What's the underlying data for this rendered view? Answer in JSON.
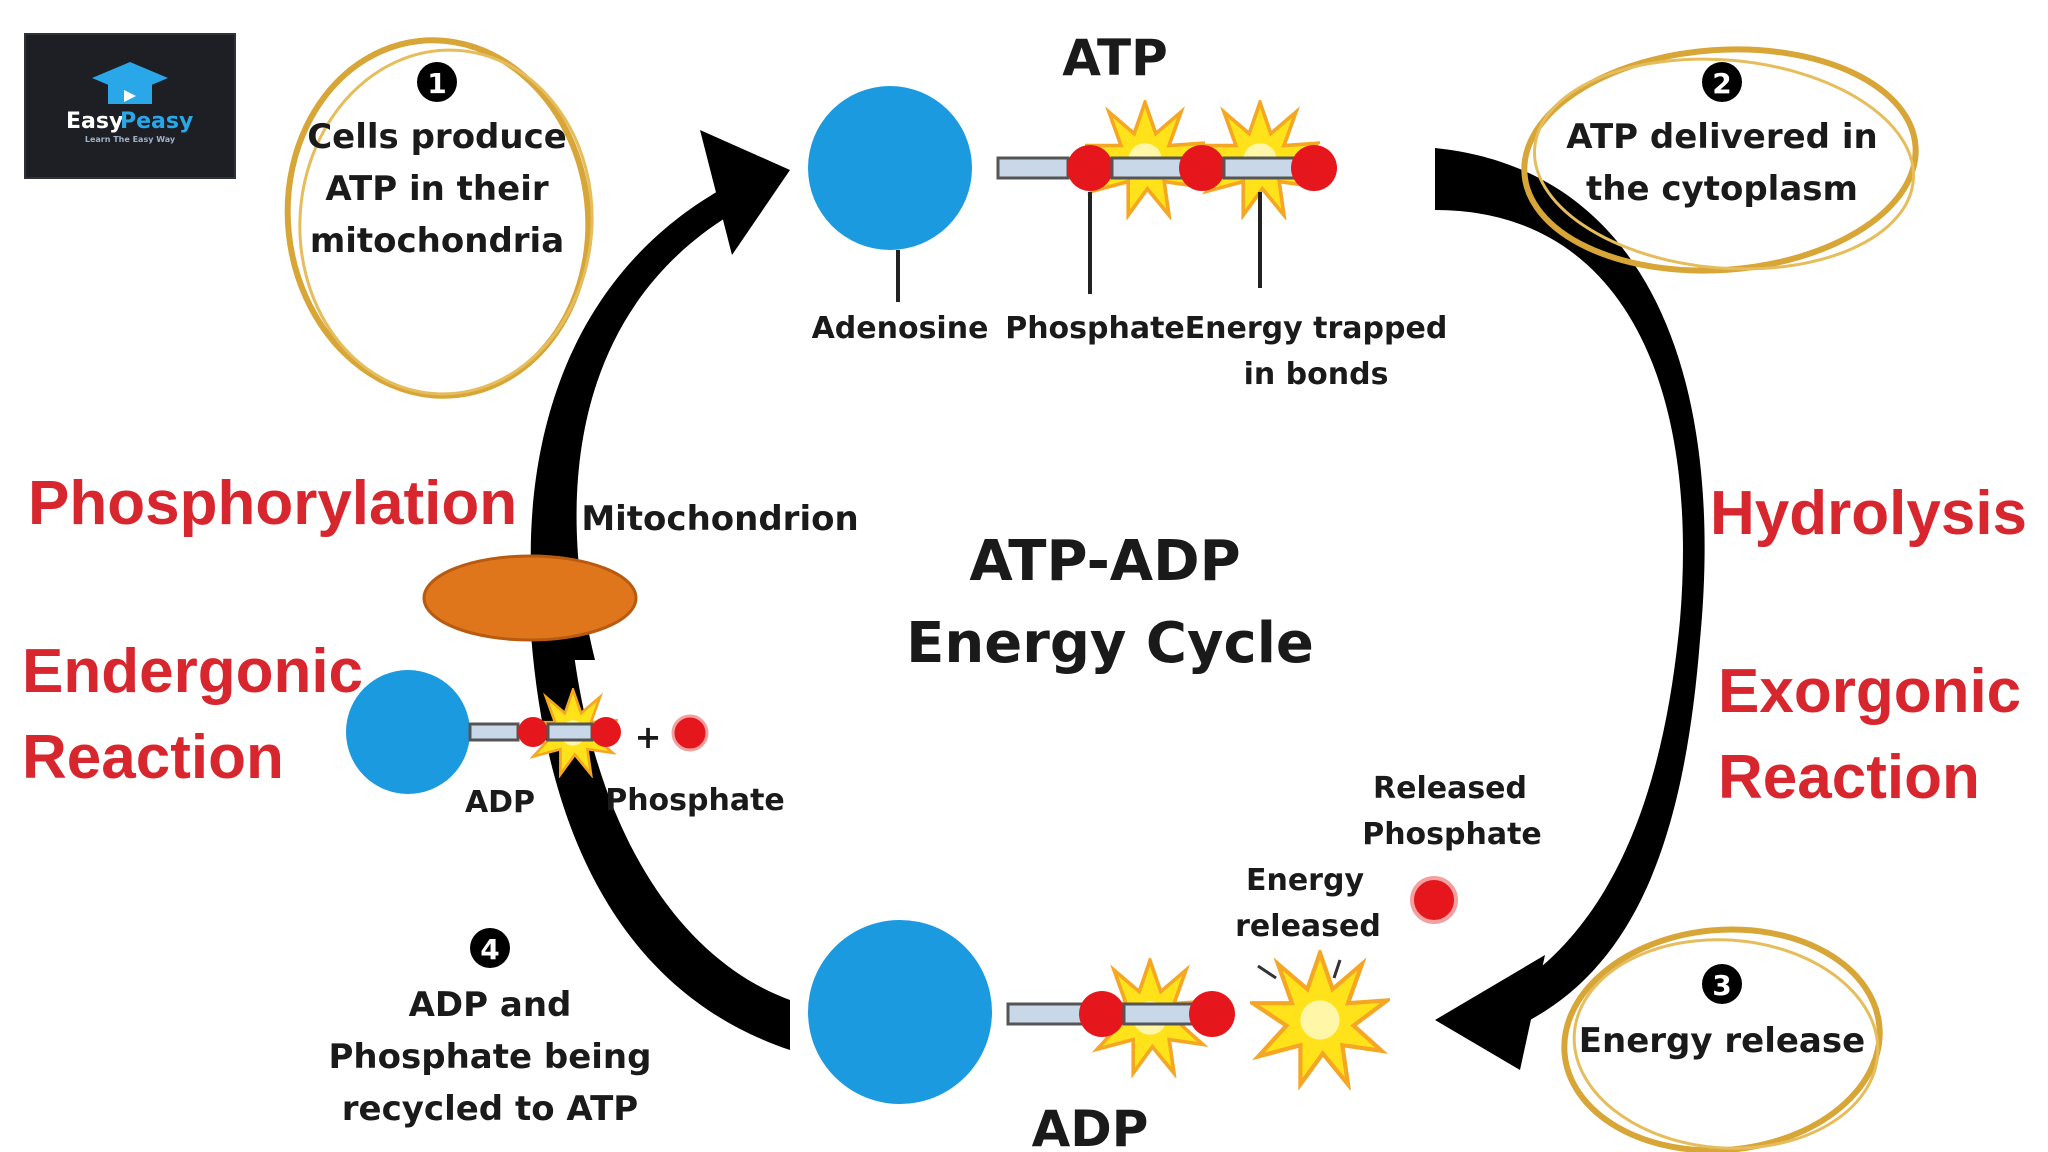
{
  "logo": {
    "brand_left": "Easy",
    "brand_right": "Peasy",
    "tagline": "Learn The Easy Way"
  },
  "title": {
    "line1": "ATP-ADP",
    "line2": "Energy Cycle"
  },
  "atp": {
    "heading": "ATP",
    "labels": {
      "adenosine": "Adenosine",
      "phosphate": "Phosphate",
      "energy_line1": "Energy trapped",
      "energy_line2": "in bonds"
    }
  },
  "adp": {
    "heading": "ADP"
  },
  "steps": [
    {
      "number": "1",
      "lines": [
        "Cells produce",
        "ATP in their",
        "mitochondria"
      ]
    },
    {
      "number": "2",
      "lines": [
        "ATP delivered in",
        "the cytoplasm"
      ]
    },
    {
      "number": "3",
      "lines": [
        "Energy release"
      ]
    },
    {
      "number": "4",
      "lines": [
        "ADP and",
        "Phosphate being",
        "recycled to ATP"
      ]
    }
  ],
  "left_side": {
    "phosphorylation": "Phosphorylation",
    "endergonic_line1": "Endergonic",
    "endergonic_line2": "Reaction",
    "mitochondrion": "Mitochondrion",
    "adp_label": "ADP",
    "plus": "+",
    "phosphate_label": "Phosphate"
  },
  "right_side": {
    "hydrolysis": "Hydrolysis",
    "exergonic_line1": "Exorgonic",
    "exergonic_line2": "Reaction",
    "released_line1": "Released",
    "released_line2": "Phosphate",
    "energy_line1": "Energy",
    "energy_line2": "released"
  },
  "colors": {
    "adenosine": "#1b9ae0",
    "phosphate": "#e5171d",
    "bond_fill": "#c9d8e8",
    "starburst": "#ffe21a",
    "starburst_edge": "#f5a623",
    "mitochondrion": "#e0761b",
    "step_ring": "#d8a537",
    "arrow": "#000000",
    "emphasis_red": "#d7262e"
  }
}
